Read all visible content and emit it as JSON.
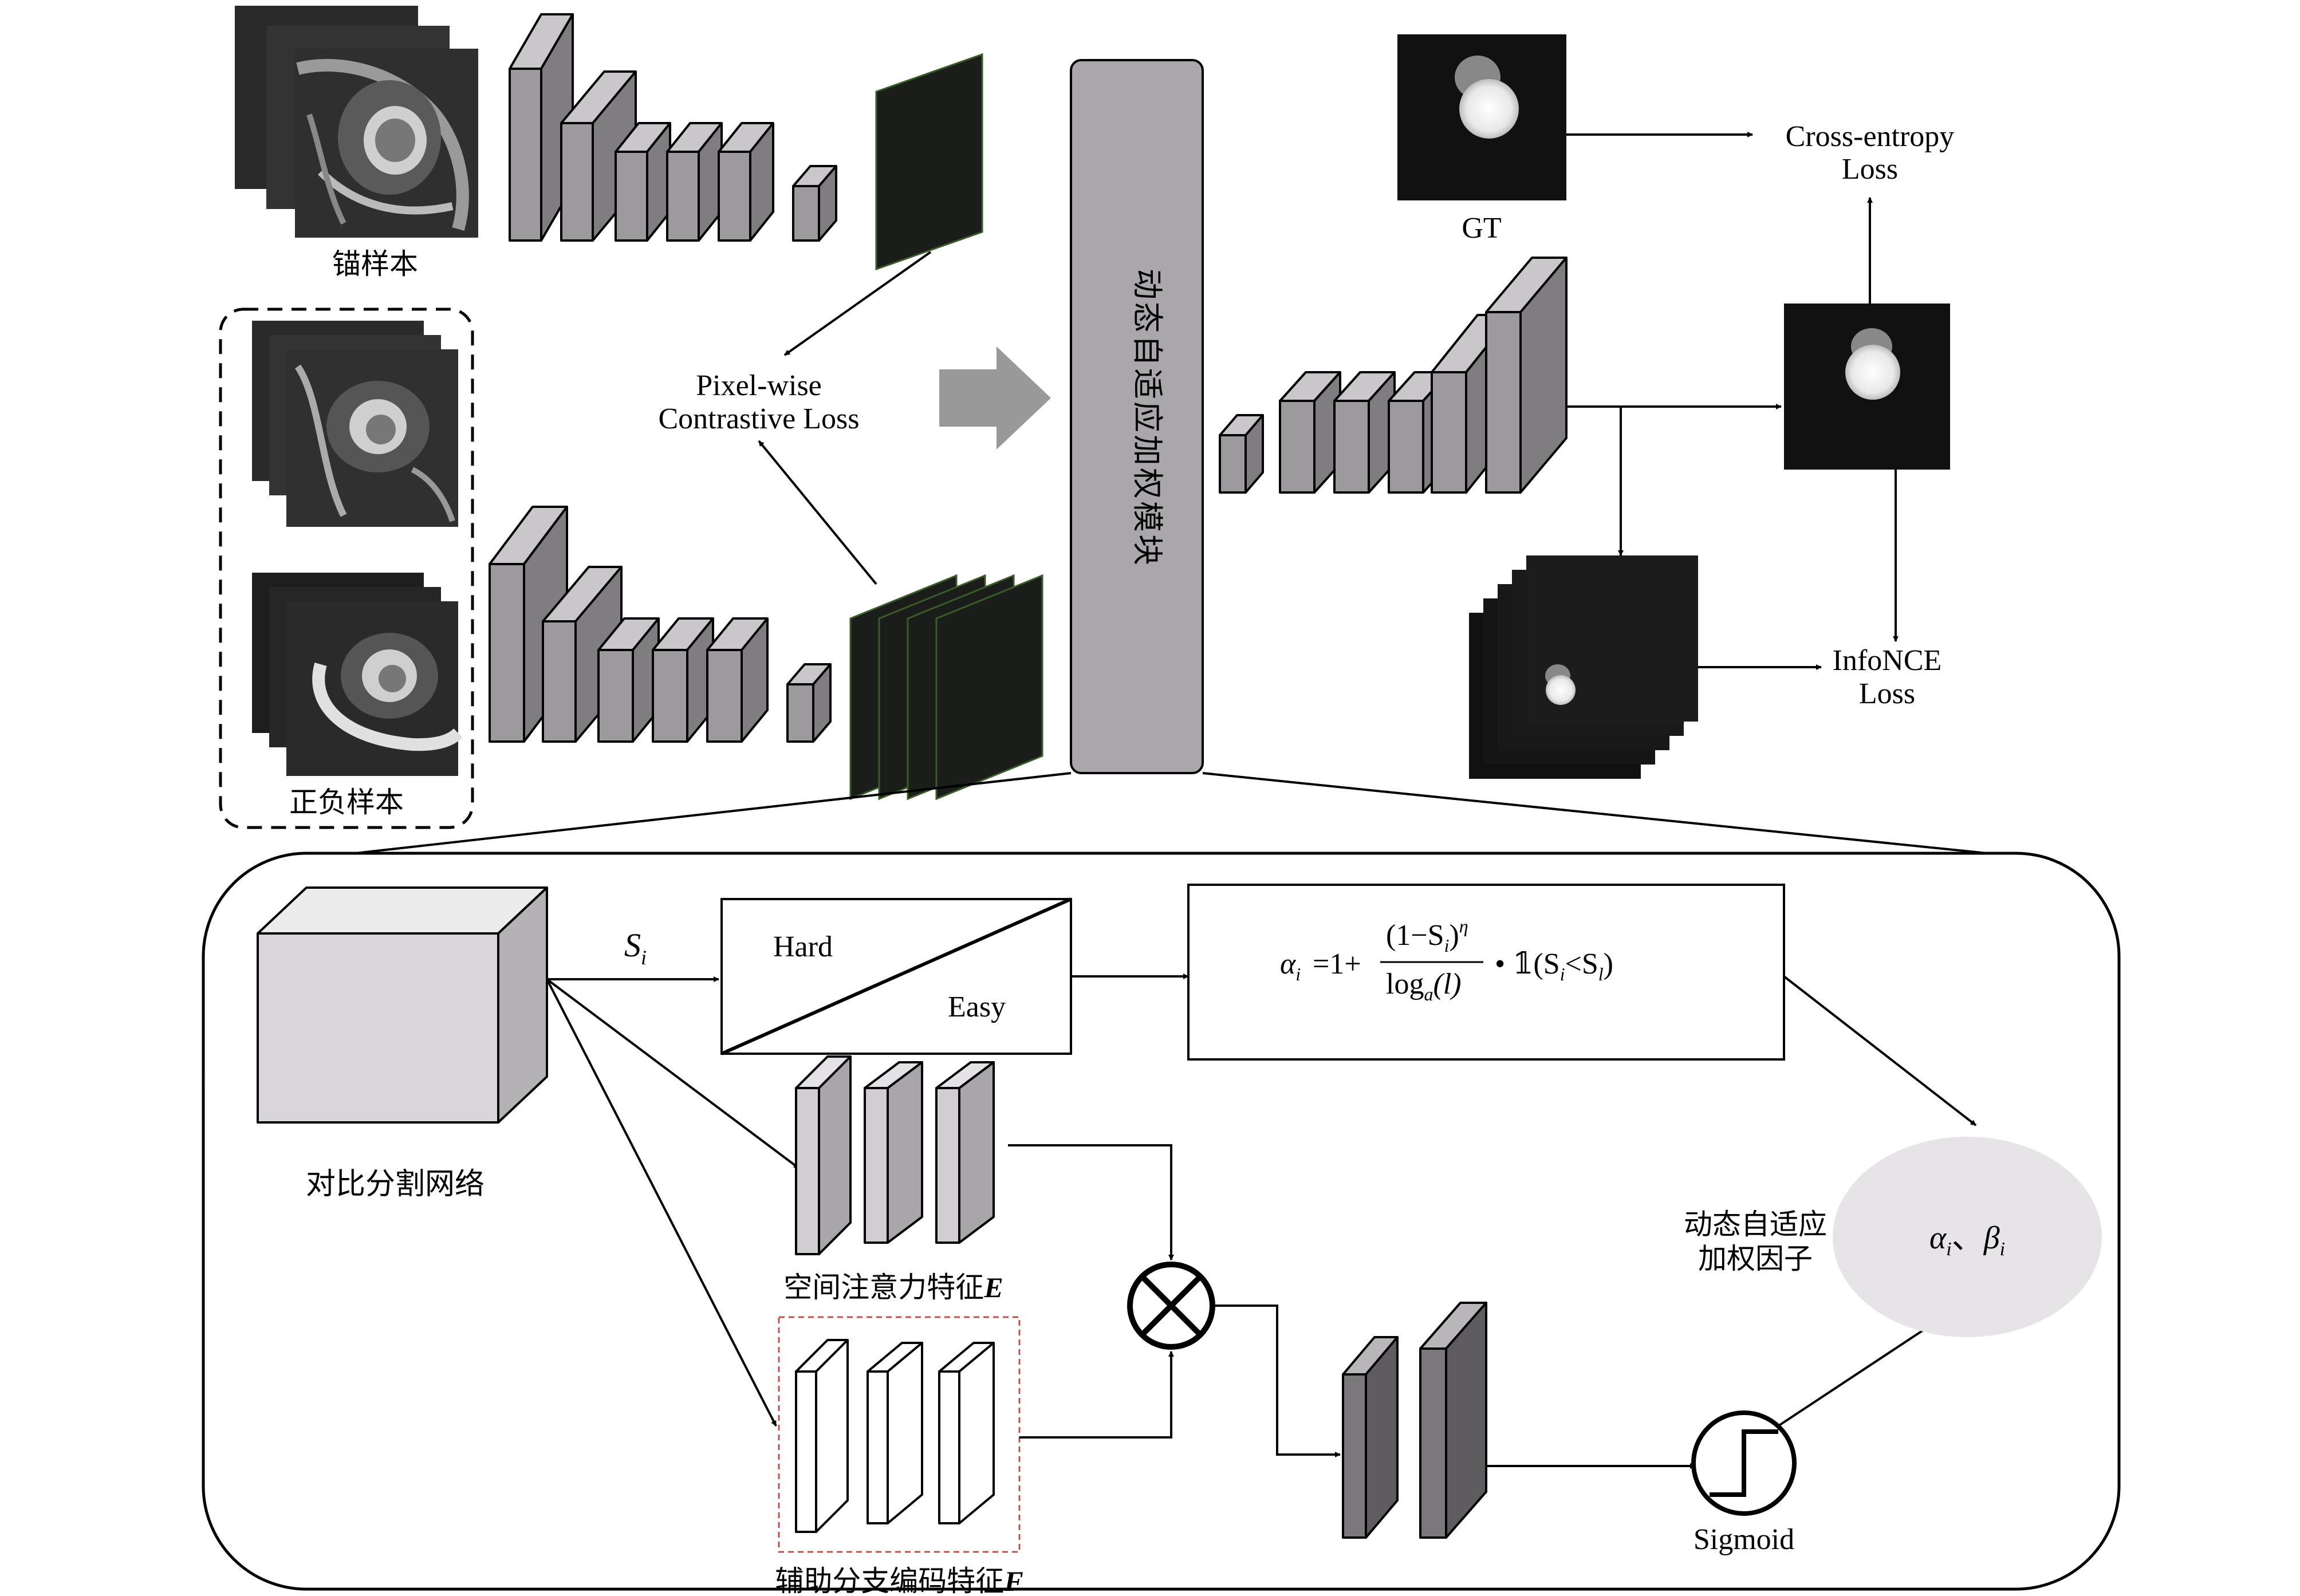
{
  "top": {
    "anchor_label": "锚样本",
    "posneg_label": "正负样本",
    "pixel_loss_line1": "Pixel-wise",
    "pixel_loss_line2": "Contrastive Loss",
    "module_label": "动态自适应加权模块",
    "gt_label": "GT",
    "ce_loss_line1": "Cross-entropy",
    "ce_loss_line2": "Loss",
    "infonce_line1": "InfoNCE",
    "infonce_line2": "Loss"
  },
  "bottom": {
    "seg_net_label": "对比分割网络",
    "si_label": "S",
    "si_sub": "i",
    "hard_label": "Hard",
    "easy_label": "Easy",
    "formula": {
      "alpha": "α",
      "sub_i": "i",
      "eq": "=1+",
      "num": "(1−S",
      "num_close": ")",
      "eta": "η",
      "den": "log",
      "den_sub": "a",
      "den_arg": "(l)",
      "indicator": "• 𝟙(S",
      "lt": "<S",
      "sub_l": "l",
      "close": ")"
    },
    "spatial_label": "空间注意力特征",
    "spatial_sym": "E",
    "aux_label": "辅助分支编码特征",
    "aux_sym": "F",
    "factor_line1": "动态自适应",
    "factor_line2": "加权因子",
    "ellipse_alpha": "α",
    "ellipse_sep": "、",
    "ellipse_beta": "β",
    "ellipse_sub": "i",
    "sigmoid_label": "Sigmoid"
  },
  "colors": {
    "box_gray": "#9c9a9c",
    "box_dark": "#7a787a",
    "ellipse_fill": "#e6e4e6",
    "dashed_red": "#c0504d",
    "module_fill": "#a9a7a9"
  }
}
